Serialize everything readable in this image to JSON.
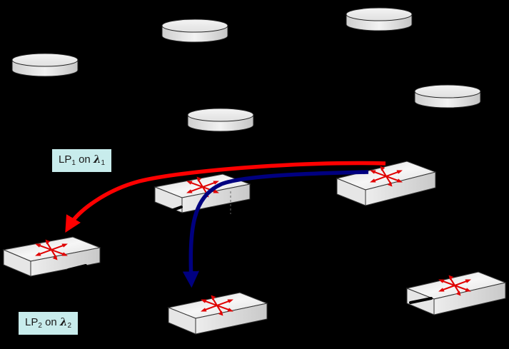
{
  "diagram": {
    "nodes": [
      {
        "id": "router-1",
        "kind": "router"
      },
      {
        "id": "router-2",
        "kind": "router"
      },
      {
        "id": "router-3",
        "kind": "router"
      },
      {
        "id": "router-4",
        "kind": "router"
      },
      {
        "id": "router-5",
        "kind": "router"
      },
      {
        "id": "node-a",
        "kind": "cylinder"
      },
      {
        "id": "node-b",
        "kind": "cylinder"
      },
      {
        "id": "node-c",
        "kind": "cylinder"
      },
      {
        "id": "node-d",
        "kind": "cylinder"
      },
      {
        "id": "node-e",
        "kind": "cylinder"
      }
    ],
    "lightpaths": [
      {
        "name": "LP",
        "index": "1",
        "on": "on",
        "wavelength": "λ",
        "wl_index": "1",
        "color": "#ff0000",
        "from": "router-3",
        "via": [
          "router-2"
        ],
        "to": "router-1"
      },
      {
        "name": "LP",
        "index": "2",
        "on": "on",
        "wavelength": "λ",
        "wl_index": "2",
        "color": "#000080",
        "from": "router-3",
        "via": [
          "router-2"
        ],
        "to": "router-4"
      }
    ],
    "colors": {
      "background": "#000000",
      "label_bg": "#c8ecec",
      "device_top": "#ebebeb",
      "arrow_red": "#ff0000",
      "arrow_navy": "#000080"
    }
  }
}
